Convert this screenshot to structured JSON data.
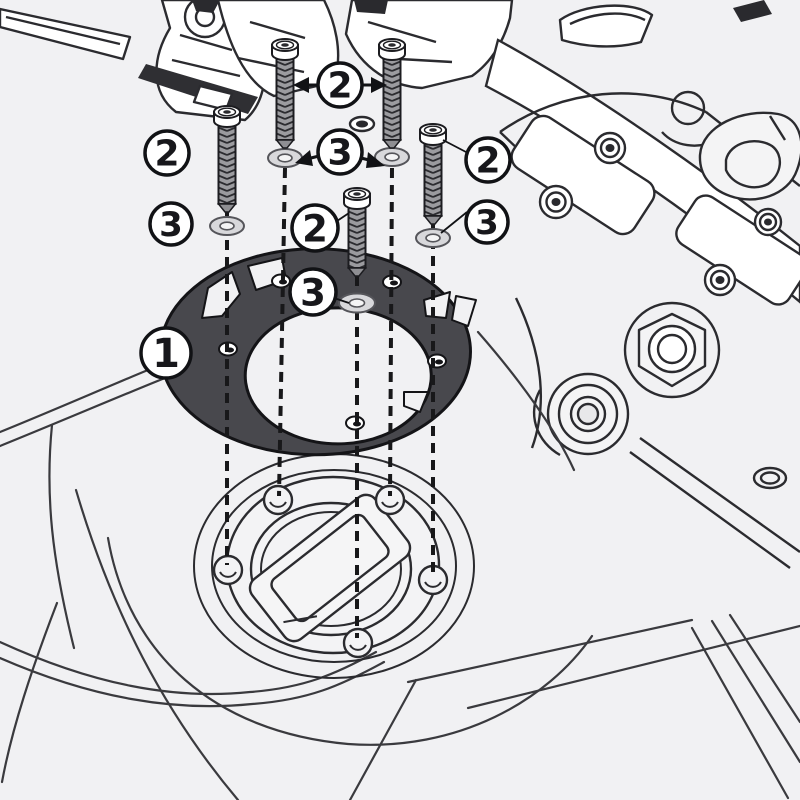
{
  "figure": {
    "kind": "exploded-assembly-diagram",
    "description_visible_text_only": true,
    "colors": {
      "background": "#f1f1f3",
      "ink": "#2b2b2f",
      "ring": "#48484d",
      "washer": "#d8d8db",
      "dash": "#18181a",
      "callout_stroke": "#111215",
      "callout_fill": "#ffffff",
      "digit": "#17171b"
    }
  },
  "callouts": [
    {
      "label": "2",
      "role": "screw-callout-top-center"
    },
    {
      "label": "3",
      "role": "washer-callout-top-center"
    },
    {
      "label": "2",
      "role": "screw-callout-left"
    },
    {
      "label": "3",
      "role": "washer-callout-left"
    },
    {
      "label": "2",
      "role": "screw-callout-right"
    },
    {
      "label": "3",
      "role": "washer-callout-right"
    },
    {
      "label": "2",
      "role": "screw-callout-center"
    },
    {
      "label": "3",
      "role": "washer-callout-center"
    },
    {
      "label": "1",
      "role": "flange-ring-callout"
    }
  ]
}
